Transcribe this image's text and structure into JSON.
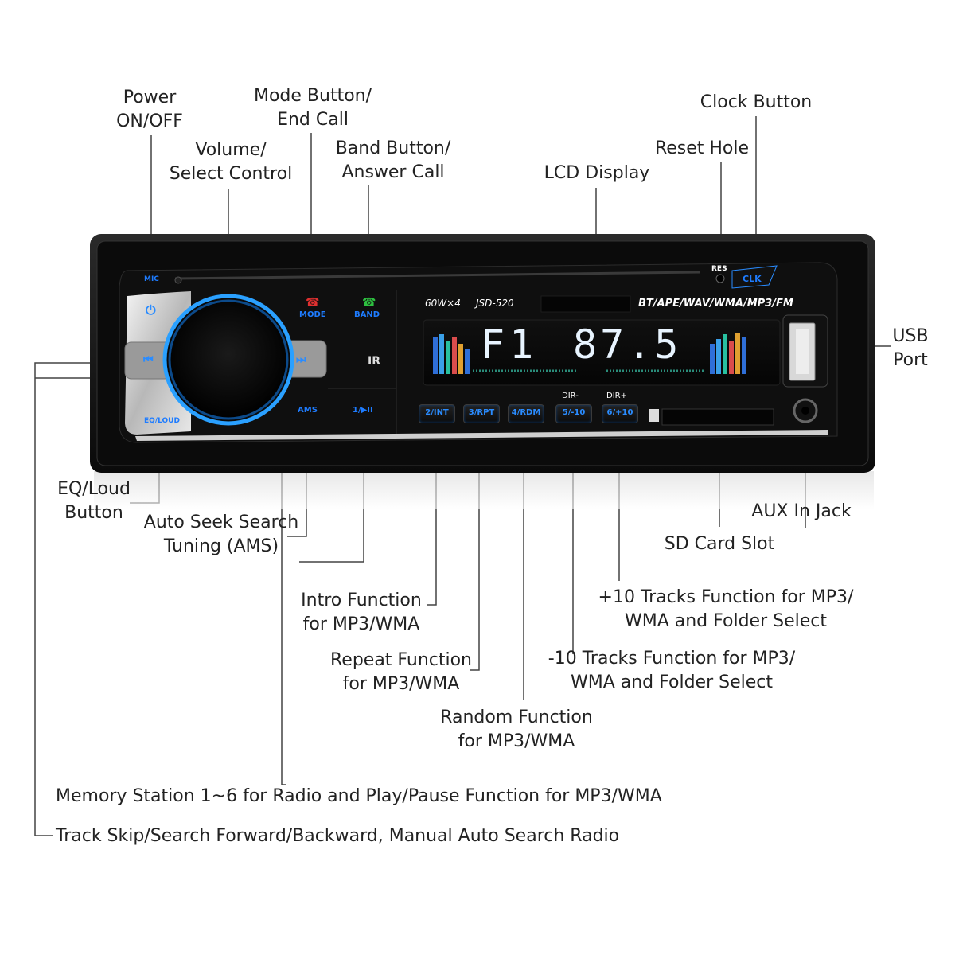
{
  "device": {
    "power_watts": "60W×4",
    "model": "JSD-520",
    "formats": "BT/APE/WAV/WMA/MP3/FM",
    "display_band": "F1",
    "display_freq": "87.5",
    "mic_label": "MIC",
    "mode_label": "MODE",
    "band_label": "BAND",
    "res_label": "RES",
    "clk_label": "CLK",
    "ams_label": "AMS",
    "play_label": "1/▶II",
    "eq_label": "EQ/LOUD",
    "ir_label": "IR",
    "dir_minus": "DIR-",
    "dir_plus": "DIR+",
    "preset_buttons": [
      "2/INT",
      "3/RPT",
      "4/RDM",
      "5/-10",
      "6/+10"
    ]
  },
  "callouts": {
    "power": [
      "Power",
      "ON/OFF"
    ],
    "mode": [
      "Mode Button/",
      "End Call"
    ],
    "volume": [
      "Volume/",
      "Select Control"
    ],
    "band": [
      "Band Button/",
      "Answer Call"
    ],
    "lcd": "LCD Display",
    "clock": "Clock Button",
    "reset": "Reset Hole",
    "usb": [
      "USB",
      "Port"
    ],
    "eq": [
      "EQ/Loud",
      "Button"
    ],
    "ams": [
      "Auto Seek Search",
      "Tuning (AMS)"
    ],
    "aux": "AUX In Jack",
    "sd": "SD Card Slot",
    "plus10": [
      "+10 Tracks Function for MP3/",
      "WMA and Folder Select"
    ],
    "minus10": [
      "-10 Tracks Function for MP3/",
      "WMA and Folder Select"
    ],
    "intro": [
      "Intro Function",
      "for MP3/WMA"
    ],
    "repeat": [
      "Repeat Function",
      "for MP3/WMA"
    ],
    "random": [
      "Random Function",
      "for MP3/WMA"
    ],
    "memory": "Memory Station 1~6 for Radio and Play/Pause Function for MP3/WMA",
    "track": "Track Skip/Search Forward/Backward, Manual Auto Search Radio"
  }
}
